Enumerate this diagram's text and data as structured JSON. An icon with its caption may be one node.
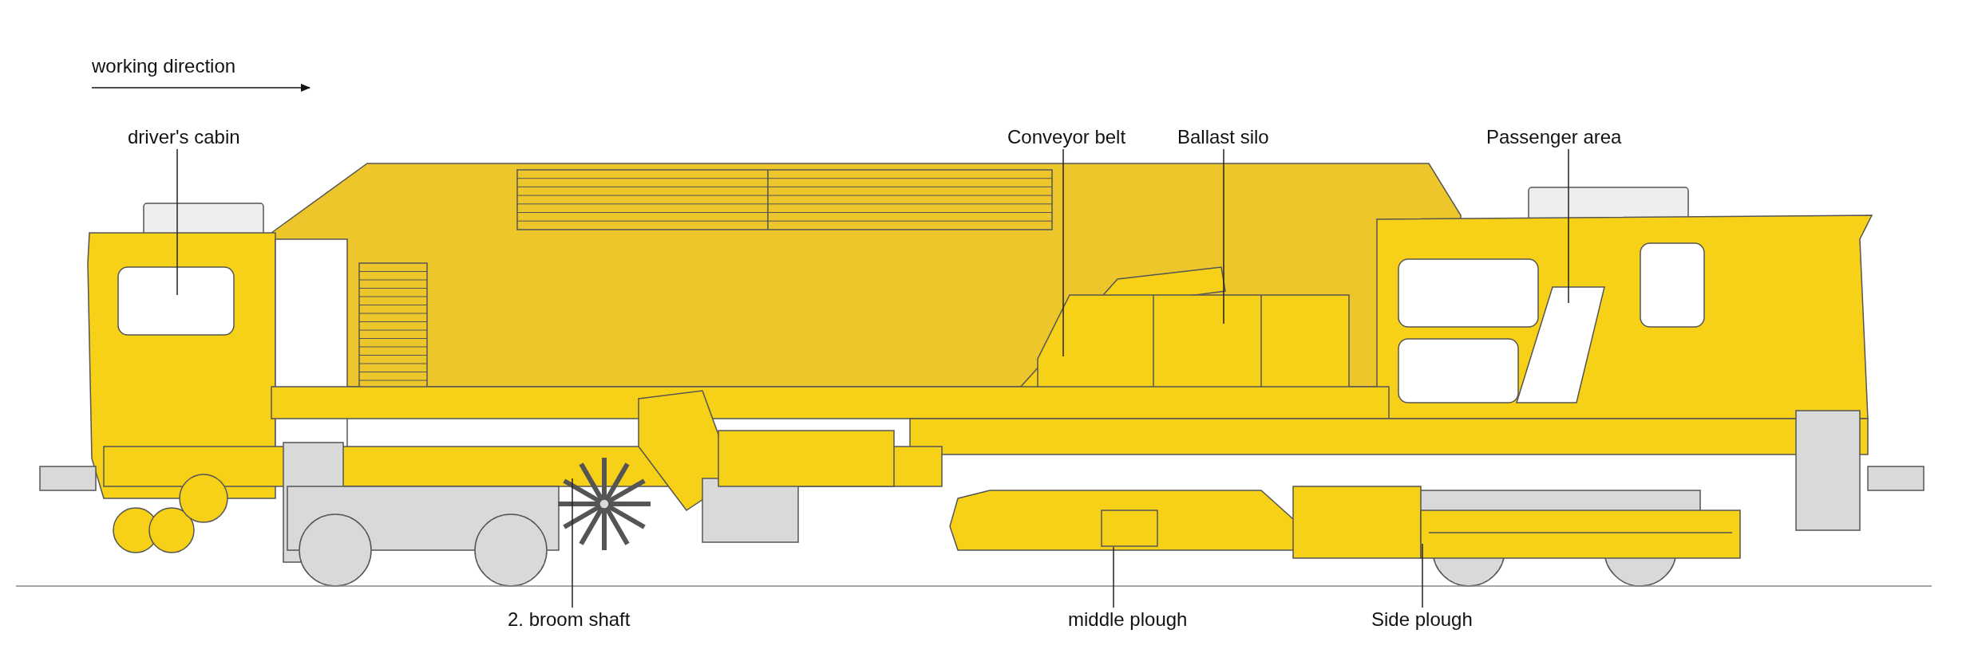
{
  "diagram": {
    "nodes": [
      {
        "text": [
          "driver's cabin"
        ]
      },
      {
        "text": [
          "Conveyor belt"
        ]
      },
      {
        "text": [
          "Ballast silo"
        ]
      },
      {
        "text": [
          "Passenger area"
        ]
      },
      {
        "text": [
          "2. broom shaft"
        ]
      },
      {
        "text": [
          "middle plough"
        ]
      },
      {
        "text": [
          "Side plough"
        ]
      }
    ],
    "edges": [
      {
        "from": 0,
        "to": null,
        "arrow": "none"
      },
      {
        "from": 1,
        "to": null,
        "arrow": "none"
      },
      {
        "from": 2,
        "to": null,
        "arrow": "none"
      },
      {
        "from": 3,
        "to": null,
        "arrow": "none"
      },
      {
        "from": 4,
        "to": null,
        "arrow": "none"
      },
      {
        "from": 5,
        "to": null,
        "arrow": "none"
      },
      {
        "from": 6,
        "to": null,
        "arrow": "none"
      }
    ],
    "labels": [
      "working direction"
    ]
  }
}
